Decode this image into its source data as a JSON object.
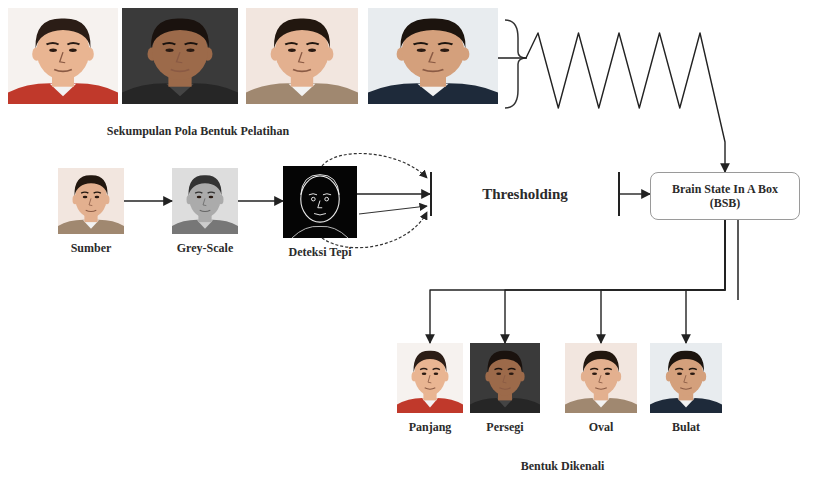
{
  "diagram": {
    "nodes": [
      {
        "text": [
          "Sekumpulan Pola Bentuk Pelatihan"
        ]
      },
      {
        "text": [
          "Sumber"
        ]
      },
      {
        "text": [
          "Grey-Scale"
        ]
      },
      {
        "text": [
          "Deteksi Tepi"
        ]
      },
      {
        "text": [
          "Thresholding"
        ]
      },
      {
        "text": [
          "Brain State In A Box (BSB)"
        ]
      },
      {
        "text": [
          "Bentuk Dikenali"
        ]
      },
      {
        "text": [
          "Panjang"
        ],
        "in": 6
      },
      {
        "text": [
          "Persegi"
        ],
        "in": 6
      },
      {
        "text": [
          "Oval"
        ],
        "in": 6
      },
      {
        "text": [
          "Bulat"
        ],
        "in": 6
      }
    ],
    "edges": [
      {
        "from": 0,
        "to": 5,
        "arrow": "to"
      },
      {
        "from": 1,
        "to": 2,
        "arrow": "to"
      },
      {
        "from": 2,
        "to": 3,
        "arrow": "to"
      },
      {
        "from": 3,
        "to": 4,
        "arrow": "to"
      },
      {
        "from": 4,
        "to": 5,
        "arrow": "to"
      },
      {
        "from": 5,
        "to": 7,
        "arrow": "to"
      },
      {
        "from": 5,
        "to": 8,
        "arrow": "to"
      },
      {
        "from": 5,
        "to": 9,
        "arrow": "to"
      },
      {
        "from": 5,
        "to": 10,
        "arrow": "to"
      }
    ]
  }
}
